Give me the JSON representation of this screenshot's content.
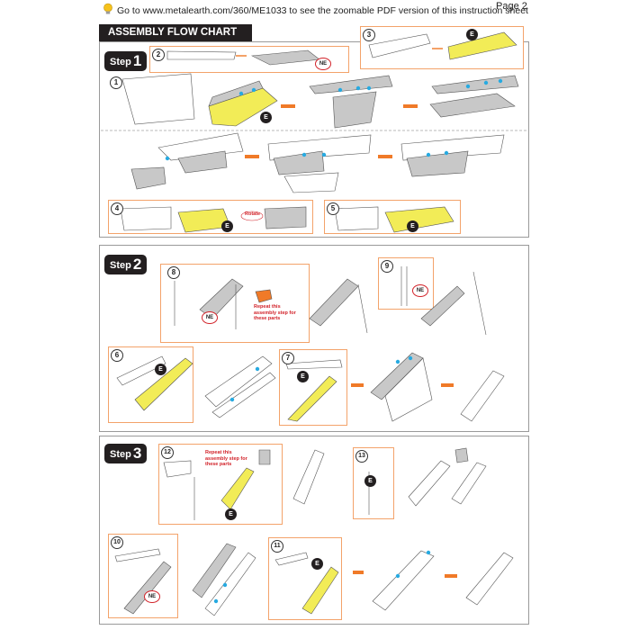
{
  "header": {
    "instruction": "Go to www.metalearth.com/360/ME1033 to see the zoomable PDF version of this instruction sheet",
    "page": "Page 2",
    "banner": "ASSEMBLY FLOW CHART"
  },
  "steps": [
    {
      "label": "Step",
      "number": "1"
    },
    {
      "label": "Step",
      "number": "2"
    },
    {
      "label": "Step",
      "number": "3"
    }
  ],
  "substeps": [
    "1",
    "2",
    "3",
    "4",
    "5",
    "6",
    "7",
    "8",
    "9",
    "10",
    "11",
    "12",
    "13"
  ],
  "notes": {
    "repeat": "Repeat this assembly step for these parts",
    "rotate": "Rotate"
  },
  "badges": {
    "e": "E",
    "ne": "NE"
  },
  "colors": {
    "accent": "#f07a28",
    "callout": "#f3a36a",
    "highlight": "#f2ec57",
    "marker": "#27aae1",
    "panel_border": "#9a9a9a",
    "banner_bg": "#231f20"
  }
}
